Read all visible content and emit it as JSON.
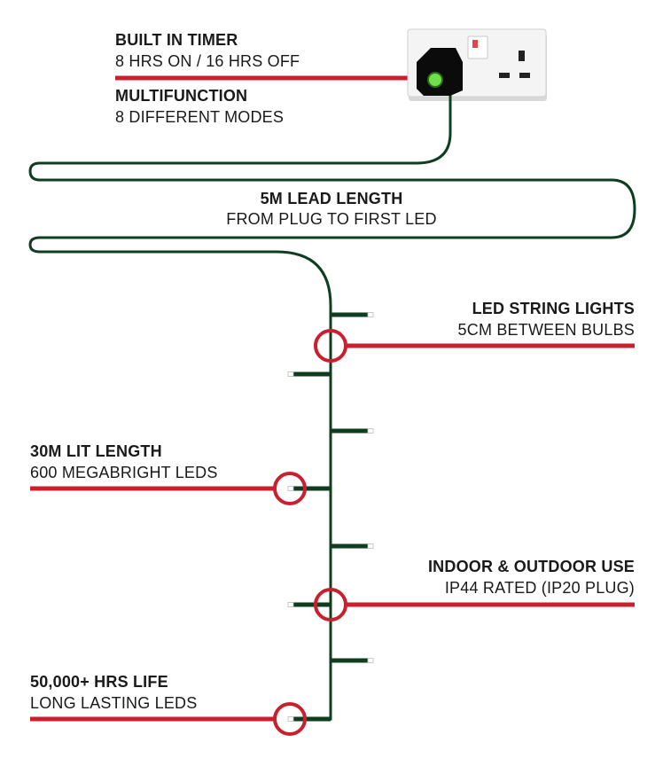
{
  "colors": {
    "wire": "#0f3d1f",
    "red_line": "#c8202e",
    "text": "#1a1a1a",
    "socket_plate": "#f1f1f1",
    "power_led": "#6fe04a",
    "bulb": "#ffffff"
  },
  "icons": [
    "wall-socket-icon",
    "plug-icon",
    "power-led-icon",
    "bulb-icon",
    "highlight-circle-icon"
  ],
  "callouts": {
    "timer": {
      "title": "BUILT IN TIMER",
      "subtitle": "8 HRS ON / 16 HRS OFF"
    },
    "multifunction": {
      "title": "MULTIFUNCTION",
      "subtitle": "8 DIFFERENT MODES"
    },
    "lead": {
      "title": "5M LEAD LENGTH",
      "subtitle": "FROM PLUG TO FIRST LED"
    },
    "string_lights": {
      "title": "LED STRING LIGHTS",
      "subtitle": "5CM BETWEEN BULBS"
    },
    "lit_length": {
      "title": "30M LIT LENGTH",
      "subtitle": "600 MEGABRIGHT LEDS"
    },
    "indoor_outdoor": {
      "title": "INDOOR & OUTDOOR USE",
      "subtitle": "IP44 RATED (IP20 PLUG)"
    },
    "life": {
      "title": "50,000+ HRS LIFE",
      "subtitle": "LONG LASTING LEDS"
    }
  }
}
